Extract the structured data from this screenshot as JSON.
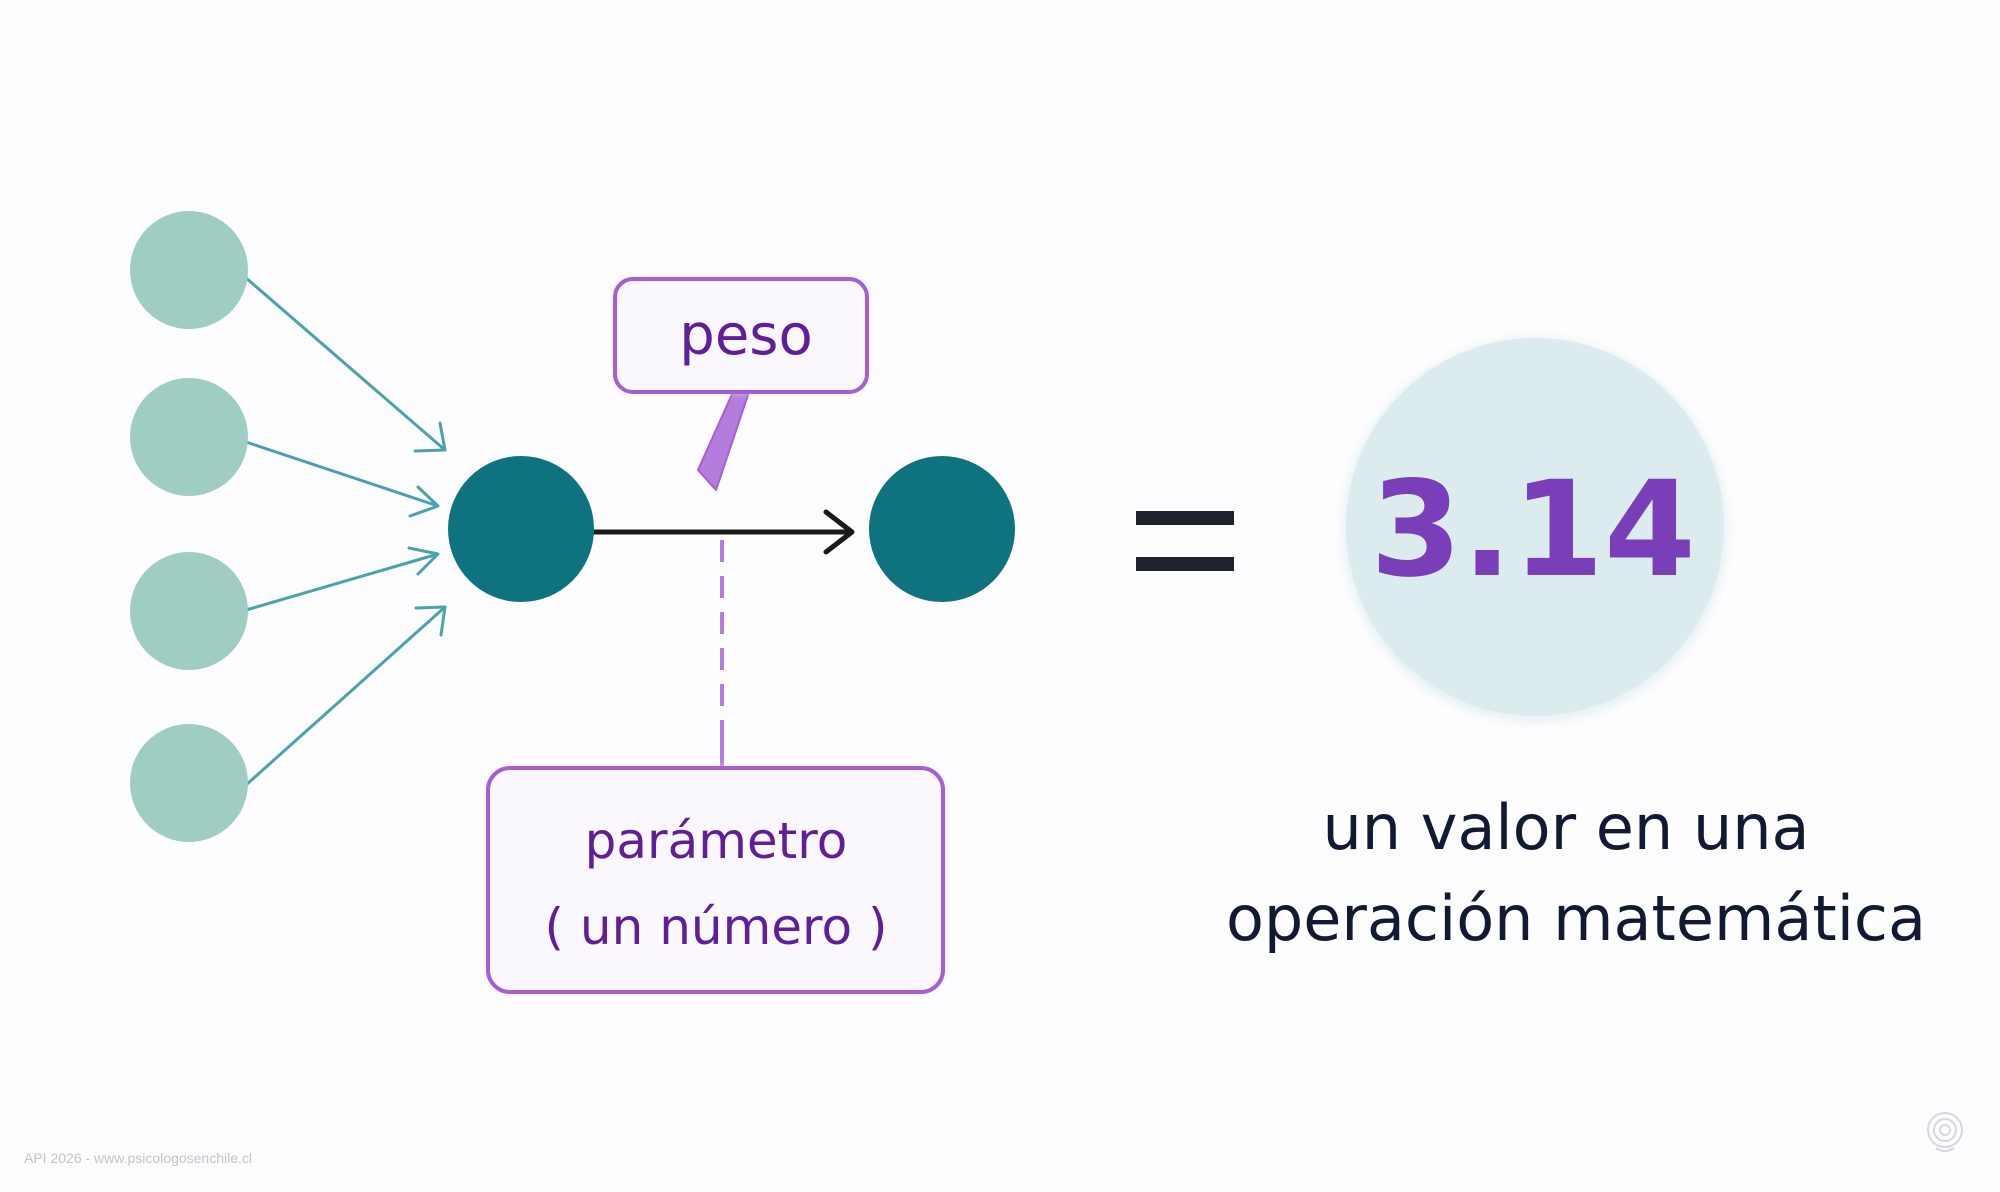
{
  "diagram": {
    "weight_label": "peso",
    "parameter_label_line1": "parámetro",
    "parameter_label_line2": "( un número )",
    "equals_sign": "=",
    "value": "3.14",
    "description_line1": "un valor en una",
    "description_line2": "operación matemática"
  },
  "footer": {
    "credit": "API 2026 - www.psicologosenchile.cl"
  },
  "colors": {
    "input_node": "#9fcdc3",
    "input_arrow": "#4aa2ac",
    "main_node": "#0e737f",
    "connection_arrow": "#1a1a1a",
    "label_border": "#a45fd3",
    "label_fill": "#fbf7fe",
    "label_text": "#5f1f96",
    "value_circle": "#dcebed",
    "value_text": "#7a3fb8",
    "description_text": "#121a33",
    "equals": "#1e222c"
  },
  "icons": [
    "corner-logo-icon"
  ]
}
